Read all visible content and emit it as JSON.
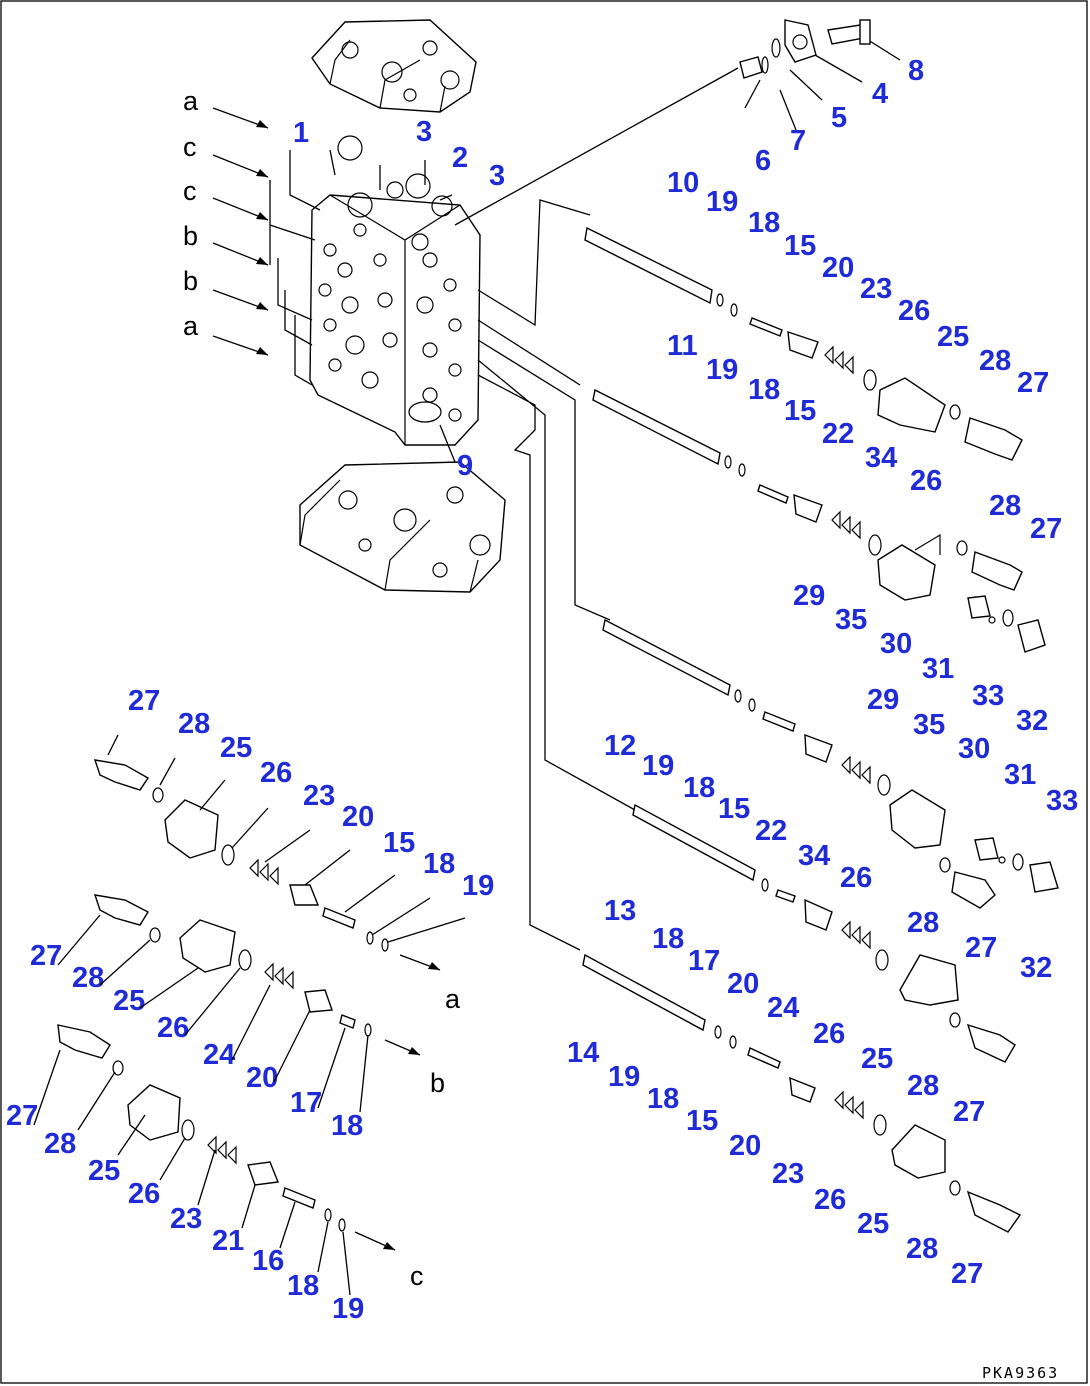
{
  "drawing_code": "PKA9363",
  "guide_letters": [
    {
      "id": "a1",
      "text": "a"
    },
    {
      "id": "c1",
      "text": "c"
    },
    {
      "id": "c2",
      "text": "c"
    },
    {
      "id": "b1",
      "text": "b"
    },
    {
      "id": "b2",
      "text": "b"
    },
    {
      "id": "a2",
      "text": "a"
    },
    {
      "id": "out-a",
      "text": "a"
    },
    {
      "id": "out-b",
      "text": "b"
    },
    {
      "id": "out-c",
      "text": "c"
    }
  ],
  "callouts": [
    "1",
    "3",
    "2",
    "3",
    "8",
    "4",
    "5",
    "7",
    "6",
    "9",
    "10",
    "19",
    "18",
    "15",
    "20",
    "23",
    "26",
    "25",
    "28",
    "27",
    "11",
    "19",
    "18",
    "15",
    "22",
    "34",
    "26",
    "28",
    "27",
    "29",
    "35",
    "30",
    "31",
    "33",
    "32",
    "12",
    "19",
    "18",
    "15",
    "22",
    "34",
    "26",
    "29",
    "35",
    "30",
    "31",
    "33",
    "28",
    "27",
    "32",
    "13",
    "18",
    "17",
    "20",
    "24",
    "26",
    "25",
    "28",
    "27",
    "14",
    "19",
    "18",
    "15",
    "20",
    "23",
    "26",
    "25",
    "28",
    "27",
    "27",
    "28",
    "25",
    "26",
    "23",
    "20",
    "15",
    "18",
    "19",
    "27",
    "28",
    "25",
    "26",
    "24",
    "20",
    "17",
    "18",
    "27",
    "28",
    "25",
    "26",
    "23",
    "21",
    "16",
    "18",
    "19"
  ]
}
